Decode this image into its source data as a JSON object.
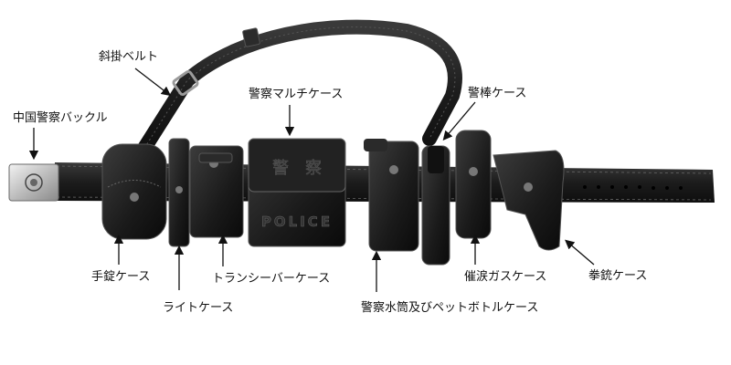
{
  "labels": {
    "shoulder_strap": "斜掛ベルト",
    "buckle": "中国警察バックル",
    "multi_case": "警察マルチケース",
    "baton_case": "警棒ケース",
    "handcuff_case": "手錠ケース",
    "light_case": "ライトケース",
    "radio_case": "トランシーバーケース",
    "bottle_case": "警察水筒及びペットボトルケース",
    "tear_gas_case": "催涙ガスケース",
    "gun_case": "拳銃ケース"
  },
  "pouch_text": {
    "police": "POLICE",
    "chinese": "警　察"
  },
  "colors": {
    "leather": "#1c1c1c",
    "leather_highlight": "#3a3a3a",
    "label_text": "#111111",
    "background": "#ffffff"
  }
}
